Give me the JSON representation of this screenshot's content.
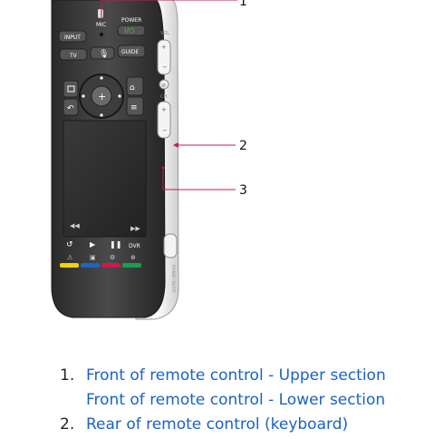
{
  "remote": {
    "labels": {
      "mic": "MIC",
      "power": "POWER",
      "input": "INPUT",
      "tv": "TV",
      "guide": "GUIDE",
      "dvr": "DVR",
      "vol": "VOL",
      "ch": "CH",
      "side_text": "POWER ON/OFF"
    },
    "callouts": [
      "1",
      "2",
      "3"
    ],
    "color_buttons": [
      "#f2d200",
      "#1b64c8",
      "#d2174f",
      "#12a24b"
    ],
    "accent_color": "#c2185b"
  },
  "links": [
    {
      "number": "1.",
      "items": [
        "Front of remote control - Upper section",
        "Front of remote control - Lower section"
      ]
    },
    {
      "number": "2.",
      "items": [
        "Rear of remote control (keyboard)"
      ]
    }
  ]
}
